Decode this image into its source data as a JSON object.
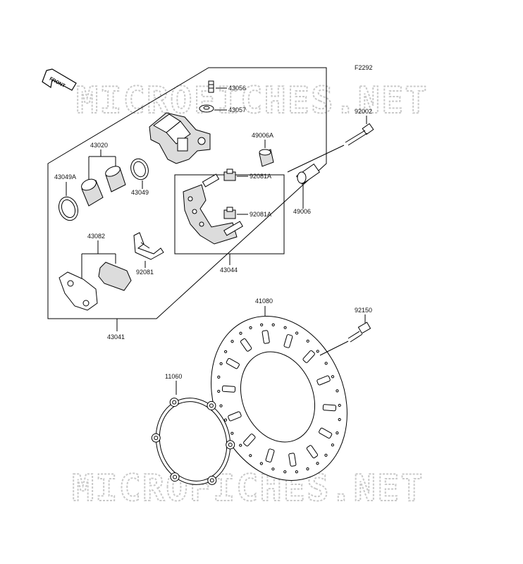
{
  "figure_code": "F2292",
  "front_arrow_label": "FRONT",
  "watermark_text": "MICROFICHES.NET",
  "parts": {
    "p43056": "43056",
    "p43057": "43057",
    "p92002": "92002",
    "p49006A": "49006A",
    "p43020": "43020",
    "p43049A": "43049A",
    "p43049": "43049",
    "p92081A_1": "92081A",
    "p92081A_2": "92081A",
    "p49006": "49006",
    "p43082": "43082",
    "p92081": "92081",
    "p43044": "43044",
    "p43041": "43041",
    "p41080": "41080",
    "p92150": "92150",
    "p11060": "11060"
  }
}
